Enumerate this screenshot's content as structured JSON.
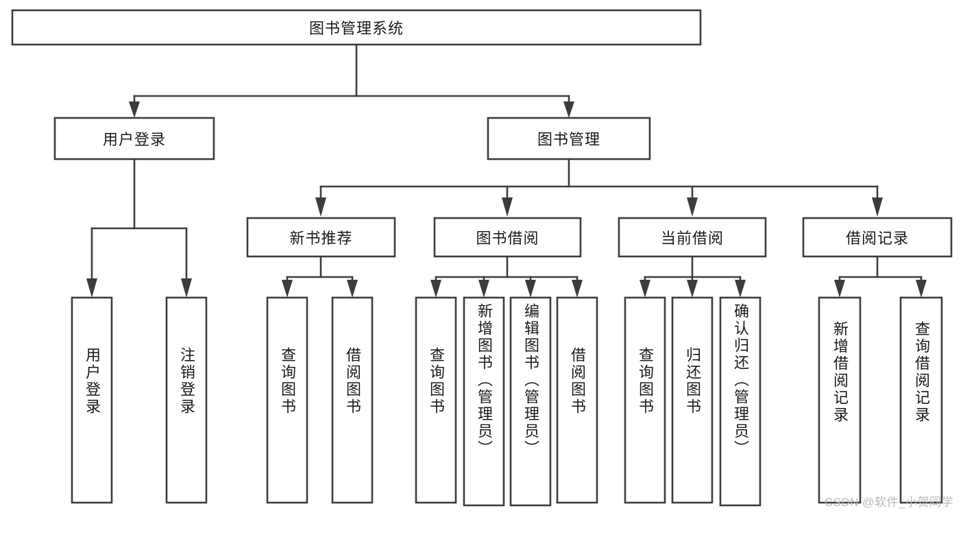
{
  "diagram": {
    "title": "图书管理系统",
    "type": "tree",
    "colors": {
      "stroke": "#3c3c3c",
      "fill": "#ffffff",
      "text": "#1a1a1a",
      "watermark": "#b8b8b8",
      "background": "#ffffff"
    },
    "root": {
      "id": "root",
      "label": "图书管理系统",
      "orientation": "horizontal"
    },
    "level2": [
      {
        "id": "user-login",
        "label": "用户登录",
        "orientation": "horizontal"
      },
      {
        "id": "book-manage",
        "label": "图书管理",
        "orientation": "horizontal"
      }
    ],
    "level3": [
      {
        "id": "new-book-recommend",
        "label": "新书推荐",
        "orientation": "horizontal",
        "parent": "book-manage"
      },
      {
        "id": "book-borrow",
        "label": "图书借阅",
        "orientation": "horizontal",
        "parent": "book-manage"
      },
      {
        "id": "current-borrow",
        "label": "当前借阅",
        "orientation": "horizontal",
        "parent": "book-manage"
      },
      {
        "id": "borrow-record",
        "label": "借阅记录",
        "orientation": "horizontal",
        "parent": "book-manage"
      }
    ],
    "leaves": [
      {
        "id": "leaf-user-login",
        "label": "用户登录",
        "parent": "user-login"
      },
      {
        "id": "leaf-logout-login",
        "label": "注销登录",
        "parent": "user-login"
      },
      {
        "id": "leaf-query-book-rec",
        "label": "查询图书",
        "parent": "new-book-recommend"
      },
      {
        "id": "leaf-borrow-book-rec",
        "label": "借阅图书",
        "parent": "new-book-recommend"
      },
      {
        "id": "leaf-query-book-borrow",
        "label": "查询图书",
        "parent": "book-borrow"
      },
      {
        "id": "leaf-add-book",
        "label": "新增图书（管理员）",
        "parent": "book-borrow"
      },
      {
        "id": "leaf-edit-book",
        "label": "编辑图书（管理员）",
        "parent": "book-borrow"
      },
      {
        "id": "leaf-borrow-book",
        "label": "借阅图书",
        "parent": "book-borrow"
      },
      {
        "id": "leaf-query-book-cur",
        "label": "查询图书",
        "parent": "current-borrow"
      },
      {
        "id": "leaf-return-book",
        "label": "归还图书",
        "parent": "current-borrow"
      },
      {
        "id": "leaf-confirm-return",
        "label": "确认归还（管理员）",
        "parent": "current-borrow"
      },
      {
        "id": "leaf-add-record",
        "label": "新增借阅记录",
        "parent": "borrow-record"
      },
      {
        "id": "leaf-query-record",
        "label": "查询借阅记录",
        "parent": "borrow-record"
      }
    ]
  },
  "watermark": {
    "text": "CSDN @软件_小贺同学"
  }
}
